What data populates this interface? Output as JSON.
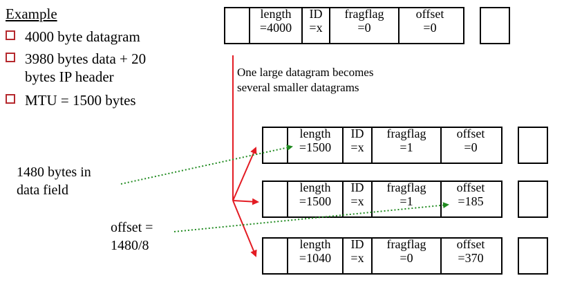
{
  "example": {
    "title": "Example",
    "bullets": [
      {
        "line1": "4000 byte datagram",
        "line2": ""
      },
      {
        "line1": "3980 bytes data + 20",
        "line2": "bytes IP header"
      },
      {
        "line1": "MTU = 1500 bytes",
        "line2": ""
      }
    ]
  },
  "note": {
    "line1": "One large datagram becomes",
    "line2": "several smaller datagrams"
  },
  "side_labels": {
    "data_field_line1": "1480 bytes in",
    "data_field_line2": "data field",
    "offset_line1": "offset =",
    "offset_line2": "1480/8"
  },
  "original": {
    "length": [
      "length",
      "=4000"
    ],
    "id": [
      "ID",
      "=x"
    ],
    "fragflag": [
      "fragflag",
      "=0"
    ],
    "offset": [
      "offset",
      "=0"
    ]
  },
  "fragments": [
    {
      "length": [
        "length",
        "=1500"
      ],
      "id": [
        "ID",
        "=x"
      ],
      "fragflag": [
        "fragflag",
        "=1"
      ],
      "offset": [
        "offset",
        "=0"
      ]
    },
    {
      "length": [
        "length",
        "=1500"
      ],
      "id": [
        "ID",
        "=x"
      ],
      "fragflag": [
        "fragflag",
        "=1"
      ],
      "offset": [
        "offset",
        "=185"
      ]
    },
    {
      "length": [
        "length",
        "=1040"
      ],
      "id": [
        "ID",
        "=x"
      ],
      "fragflag": [
        "fragflag",
        "=0"
      ],
      "offset": [
        "offset",
        "=370"
      ]
    }
  ],
  "colors": {
    "arrow_red": "#e31b23",
    "arrow_green": "#1f8a1f",
    "bullet_box": "#b5282d"
  }
}
